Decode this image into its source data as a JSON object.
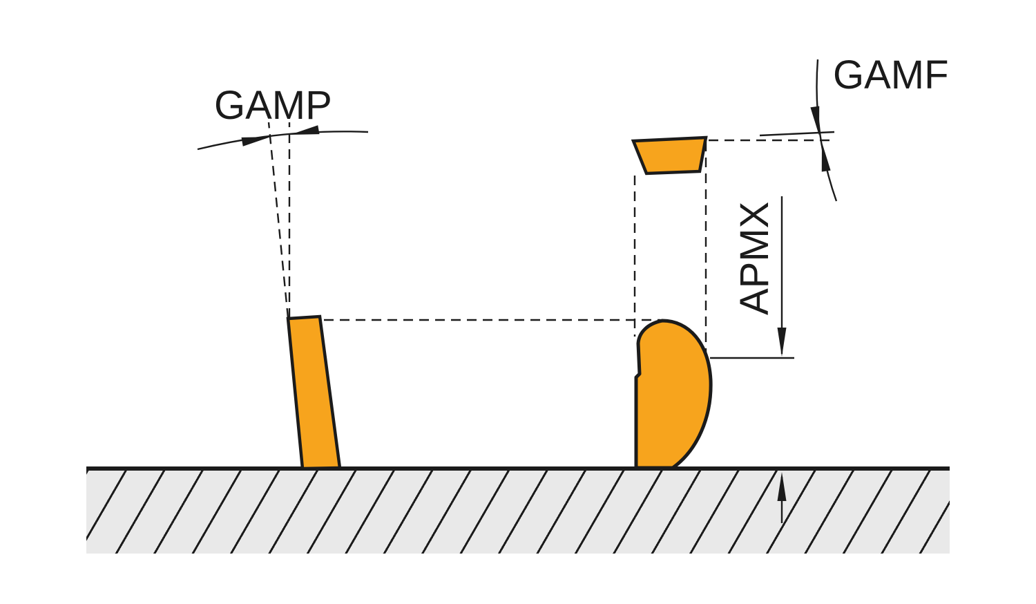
{
  "diagram": {
    "type": "technical-illustration",
    "subject": "cutting-insert-rake-angle-and-depth-parameters",
    "labels": {
      "gamp": "GAMP",
      "gamf": "GAMF",
      "apmx": "APMX"
    },
    "colors": {
      "insert": "#F7A41D",
      "outline": "#1B1B1B",
      "ground_fill": "#E9E9E9",
      "background": "#FFFFFF"
    }
  }
}
